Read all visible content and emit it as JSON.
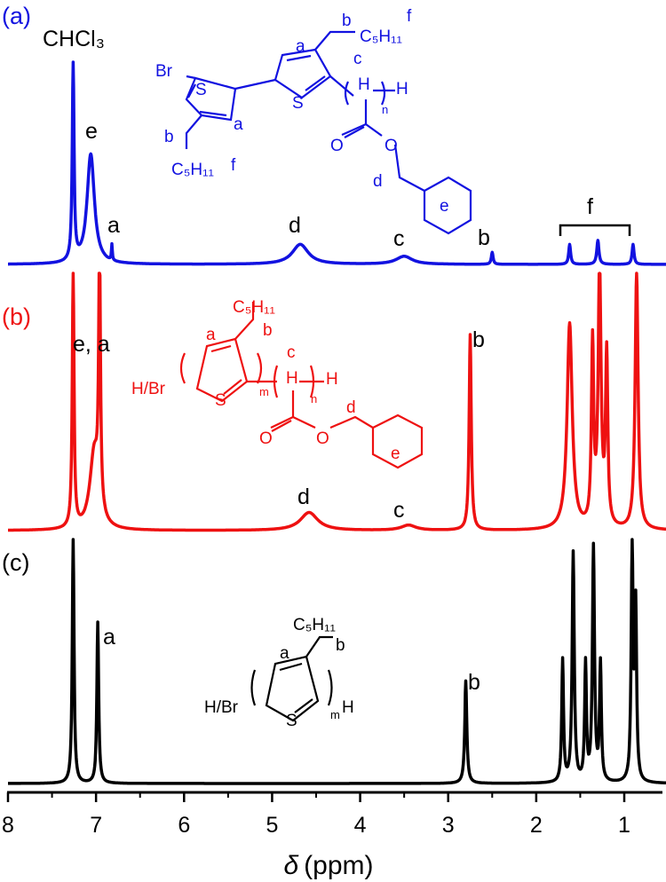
{
  "chart_data": {
    "type": "line",
    "x_axis": {
      "label_symbol": "δ",
      "label_unit": "(ppm)",
      "range": [
        8,
        0.5
      ],
      "reversed": true,
      "ticks": [
        "8",
        "7",
        "6",
        "5",
        "4",
        "3",
        "2",
        "1"
      ]
    },
    "panels": [
      {
        "id": "a",
        "panel_label": "(a)",
        "color": "#1212e0",
        "peaks": [
          {
            "ppm": 7.26,
            "height": 1.0,
            "width": 0.012
          },
          {
            "ppm": 7.06,
            "height": 0.55,
            "width": 0.05
          },
          {
            "ppm": 6.82,
            "height": 0.08,
            "width": 0.006
          },
          {
            "ppm": 4.68,
            "height": 0.1,
            "width": 0.11
          },
          {
            "ppm": 3.5,
            "height": 0.04,
            "width": 0.11
          },
          {
            "ppm": 2.5,
            "height": 0.06,
            "width": 0.012
          },
          {
            "ppm": 1.62,
            "height": 0.1,
            "width": 0.013
          },
          {
            "ppm": 1.3,
            "height": 0.12,
            "width": 0.015
          },
          {
            "ppm": 0.9,
            "height": 0.1,
            "width": 0.013
          }
        ],
        "annotations": [
          {
            "text": "CHCl₃",
            "ppm": 7.26
          },
          {
            "text": "e",
            "ppm": 7.06
          },
          {
            "text": "a",
            "ppm": 6.78
          },
          {
            "text": "d",
            "ppm": 4.68
          },
          {
            "text": "c",
            "ppm": 3.52
          },
          {
            "text": "b",
            "ppm": 2.5
          },
          {
            "text": "f",
            "ppm": 1.27
          }
        ],
        "structure_labels": [
          "Br",
          "S",
          "S",
          "a",
          "a",
          "b",
          "b",
          "C₅H₁₁",
          "C₅H₁₁",
          "f",
          "f",
          "c",
          "H",
          "H",
          "n",
          "O",
          "O",
          "d",
          "e"
        ]
      },
      {
        "id": "b",
        "panel_label": "(b)",
        "color": "#ee1111",
        "peaks": [
          {
            "ppm": 7.26,
            "height": 1.0,
            "width": 0.012
          },
          {
            "ppm": 6.96,
            "height": 1.0,
            "width": 0.012
          },
          {
            "ppm": 7.02,
            "height": 0.3,
            "width": 0.06
          },
          {
            "ppm": 4.58,
            "height": 0.07,
            "width": 0.12
          },
          {
            "ppm": 3.45,
            "height": 0.02,
            "width": 0.1
          },
          {
            "ppm": 2.75,
            "height": 0.76,
            "width": 0.014
          },
          {
            "ppm": 1.62,
            "height": 0.8,
            "width": 0.035
          },
          {
            "ppm": 1.36,
            "height": 0.7,
            "width": 0.015
          },
          {
            "ppm": 1.28,
            "height": 1.0,
            "width": 0.02
          },
          {
            "ppm": 1.2,
            "height": 0.66,
            "width": 0.015
          },
          {
            "ppm": 0.86,
            "height": 1.0,
            "width": 0.02
          }
        ],
        "annotations": [
          {
            "text": "e, a",
            "ppm": 7.0
          },
          {
            "text": "d",
            "ppm": 4.58
          },
          {
            "text": "c",
            "ppm": 3.45
          },
          {
            "text": "b",
            "ppm": 2.75
          }
        ],
        "structure_labels": [
          "C₅H₁₁",
          "b",
          "a",
          "H/Br",
          "S",
          "m",
          "c",
          "H",
          "n",
          "H",
          "d",
          "O",
          "O",
          "e"
        ]
      },
      {
        "id": "c",
        "panel_label": "(c)",
        "color": "#000000",
        "peaks": [
          {
            "ppm": 7.26,
            "height": 1.0,
            "width": 0.012
          },
          {
            "ppm": 6.98,
            "height": 0.66,
            "width": 0.012
          },
          {
            "ppm": 2.8,
            "height": 0.42,
            "width": 0.014
          },
          {
            "ppm": 1.7,
            "height": 0.5,
            "width": 0.012
          },
          {
            "ppm": 1.58,
            "height": 0.94,
            "width": 0.014
          },
          {
            "ppm": 1.44,
            "height": 0.48,
            "width": 0.012
          },
          {
            "ppm": 1.35,
            "height": 0.96,
            "width": 0.014
          },
          {
            "ppm": 1.27,
            "height": 0.48,
            "width": 0.012
          },
          {
            "ppm": 0.91,
            "height": 0.95,
            "width": 0.013
          },
          {
            "ppm": 0.87,
            "height": 0.7,
            "width": 0.012
          }
        ],
        "annotations": [
          {
            "text": "a",
            "ppm": 6.98
          },
          {
            "text": "b",
            "ppm": 2.8
          }
        ],
        "structure_labels": [
          "C₅H₁₁",
          "b",
          "a",
          "H/Br",
          "S",
          "m",
          "H"
        ]
      }
    ]
  }
}
